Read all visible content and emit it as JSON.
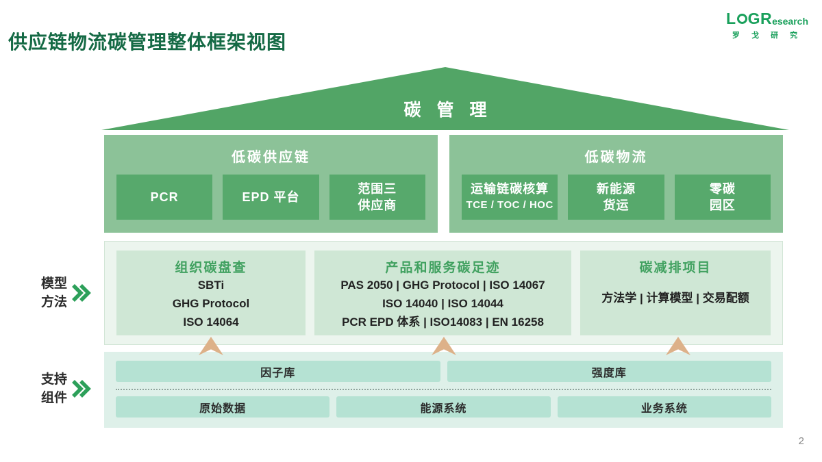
{
  "page": {
    "title": "供应链物流碳管理整体框架视图",
    "page_number": "2"
  },
  "logo": {
    "part1": "L",
    "part2": "GR",
    "part3": "esearch",
    "subtitle": "罗 戈 研 究"
  },
  "roof": {
    "label": "碳 管 理"
  },
  "top_sections": [
    {
      "title": "低碳供应链",
      "items": [
        {
          "lines": [
            "PCR"
          ]
        },
        {
          "lines": [
            "EPD 平台"
          ]
        },
        {
          "lines": [
            "范围三",
            "供应商"
          ]
        }
      ]
    },
    {
      "title": "低碳物流",
      "items": [
        {
          "lines": [
            "运输链碳核算",
            "TCE / TOC / HOC"
          ]
        },
        {
          "lines": [
            "新能源",
            "货运"
          ]
        },
        {
          "lines": [
            "零碳",
            "园区"
          ]
        }
      ]
    }
  ],
  "model_section": {
    "label_line1": "模型",
    "label_line2": "方法",
    "boxes": [
      {
        "title": "组织碳盘查",
        "lines": [
          "SBTi",
          "GHG Protocol",
          "ISO 14064"
        ]
      },
      {
        "title": "产品和服务碳足迹",
        "lines": [
          "PAS 2050 | GHG Protocol | ISO 14067",
          "ISO 14040 | ISO 14044",
          "PCR EPD 体系 | ISO14083 | EN 16258"
        ]
      },
      {
        "title": "碳减排项目",
        "lines": [
          "方法学 | 计算模型 | 交易配额"
        ]
      }
    ]
  },
  "support_section": {
    "label_line1": "支持",
    "label_line2": "组件",
    "row1": [
      "因子库",
      "强度库"
    ],
    "row2": [
      "原始数据",
      "能源系统",
      "业务系统"
    ]
  },
  "colors": {
    "title-green": "#156a45",
    "logo-green": "#19a05b",
    "roof-green": "#52a566",
    "block-green": "#8cc298",
    "subblock-green": "#57a96c",
    "model-bg": "#ecf5ee",
    "model-box": "#cfe7d5",
    "model-heading": "#41a160",
    "support-bg": "#def0e9",
    "support-bar": "#b5e2d3",
    "arrow-tan": "#ddb189",
    "text-dark": "#222222"
  }
}
